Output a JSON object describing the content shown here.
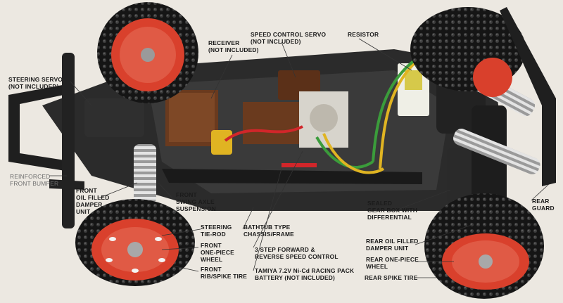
{
  "labels": {
    "steering_servo": [
      "STEERING SERVO",
      "(NOT INCLUDED)"
    ],
    "receiver": [
      "RECEIVER",
      "(NOT INCLUDED)"
    ],
    "speed_control_servo": [
      "SPEED CONTROL SERVO",
      "(NOT INCLUDED)"
    ],
    "resistor": [
      "RESISTOR"
    ],
    "reinforced_front_bumper": [
      "REINFORCED",
      "FRONT BUMPER"
    ],
    "front_oil_damper": [
      "FRONT",
      "OIL FILLED",
      "DAMPER",
      "UNIT"
    ],
    "front_swing_axle": [
      "FRONT",
      "SWING AXLE",
      "SUSPENSION"
    ],
    "steering_tie_rod": [
      "STEERING",
      "TIE-ROD"
    ],
    "front_wheel": [
      "FRONT",
      "ONE-PIECE",
      "WHEEL"
    ],
    "front_tire": [
      "FRONT",
      "RIB/SPIKE TIRE"
    ],
    "bathtub_chassis": [
      "BATHTUB TYPE",
      "CHASSIS/FRAME"
    ],
    "speed_control": [
      "3 STEP FORWARD &",
      "REVERSE SPEED CONTROL"
    ],
    "battery": [
      "TAMIYA 7.2V Ni-Cd RACING PACK",
      "BATTERY (NOT INCLUDED)"
    ],
    "gear_box": [
      "SEALED",
      "GEAR BOX WITH",
      "DIFFERENTIAL"
    ],
    "rear_guard": [
      "REAR",
      "GUARD"
    ],
    "rear_oil_damper": [
      "REAR OIL FILLED",
      "DAMPER UNIT"
    ],
    "rear_wheel": [
      "REAR ONE-PIECE",
      "WHEEL"
    ],
    "rear_tire": [
      "REAR SPIKE TIRE"
    ]
  },
  "colors": {
    "background": "#ece8e1",
    "wheel_red": "#d9402c",
    "tire_black": "#151515",
    "chassis": "#2a2a2a",
    "spring_silver": "#c9c9c9",
    "wire_red": "#d1262a",
    "wire_green": "#3b9c3b",
    "wire_yellow": "#e0b422",
    "brown_component": "#6a3a1e"
  }
}
